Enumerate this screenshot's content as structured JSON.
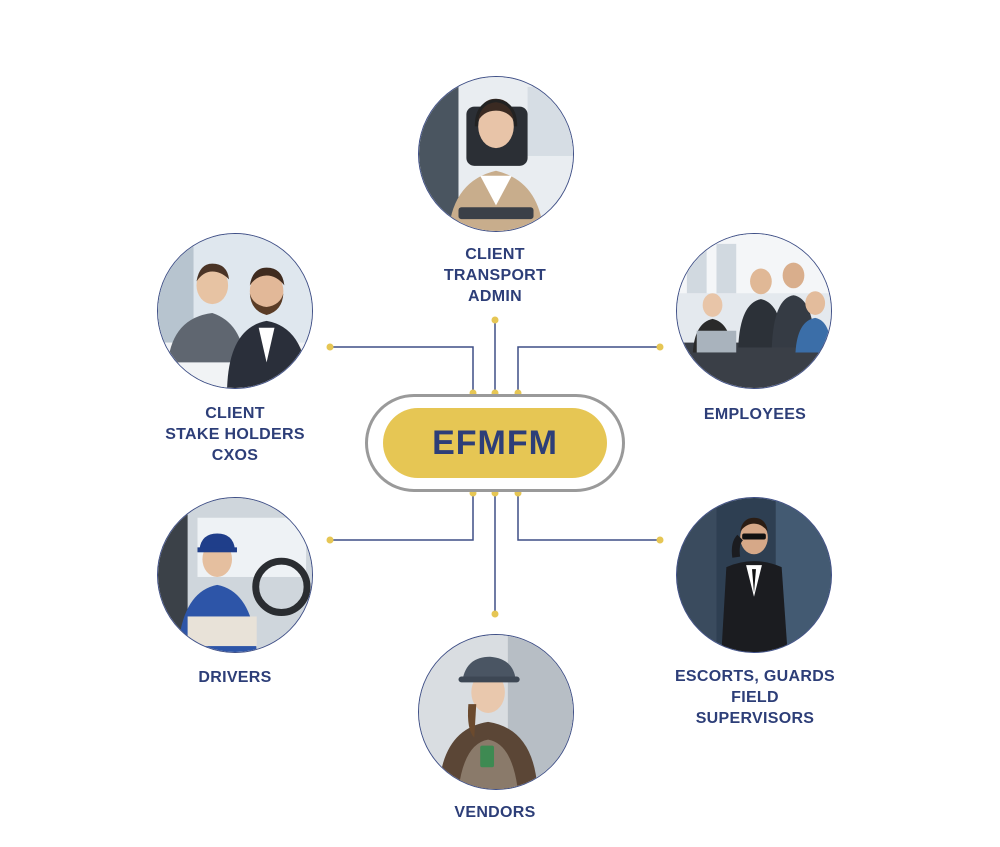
{
  "center": {
    "label": "EFMFM"
  },
  "colors": {
    "brand_navy": "#2d3e78",
    "brand_yellow": "#e6c654",
    "connector_line": "#3f4f86",
    "pill_outline": "#9a9a9a"
  },
  "nodes": [
    {
      "id": "client-transport-admin",
      "lines": [
        "CLIENT",
        "TRANSPORT",
        "ADMIN"
      ]
    },
    {
      "id": "client-stake-holders",
      "lines": [
        "CLIENT",
        "STAKE HOLDERS",
        "CXOS"
      ]
    },
    {
      "id": "employees",
      "lines": [
        "EMPLOYEES"
      ]
    },
    {
      "id": "drivers",
      "lines": [
        "DRIVERS"
      ]
    },
    {
      "id": "vendors",
      "lines": [
        "VENDORS"
      ]
    },
    {
      "id": "escorts-guards",
      "lines": [
        "ESCORTS, GUARDS",
        "FIELD",
        "SUPERVISORS"
      ]
    }
  ]
}
